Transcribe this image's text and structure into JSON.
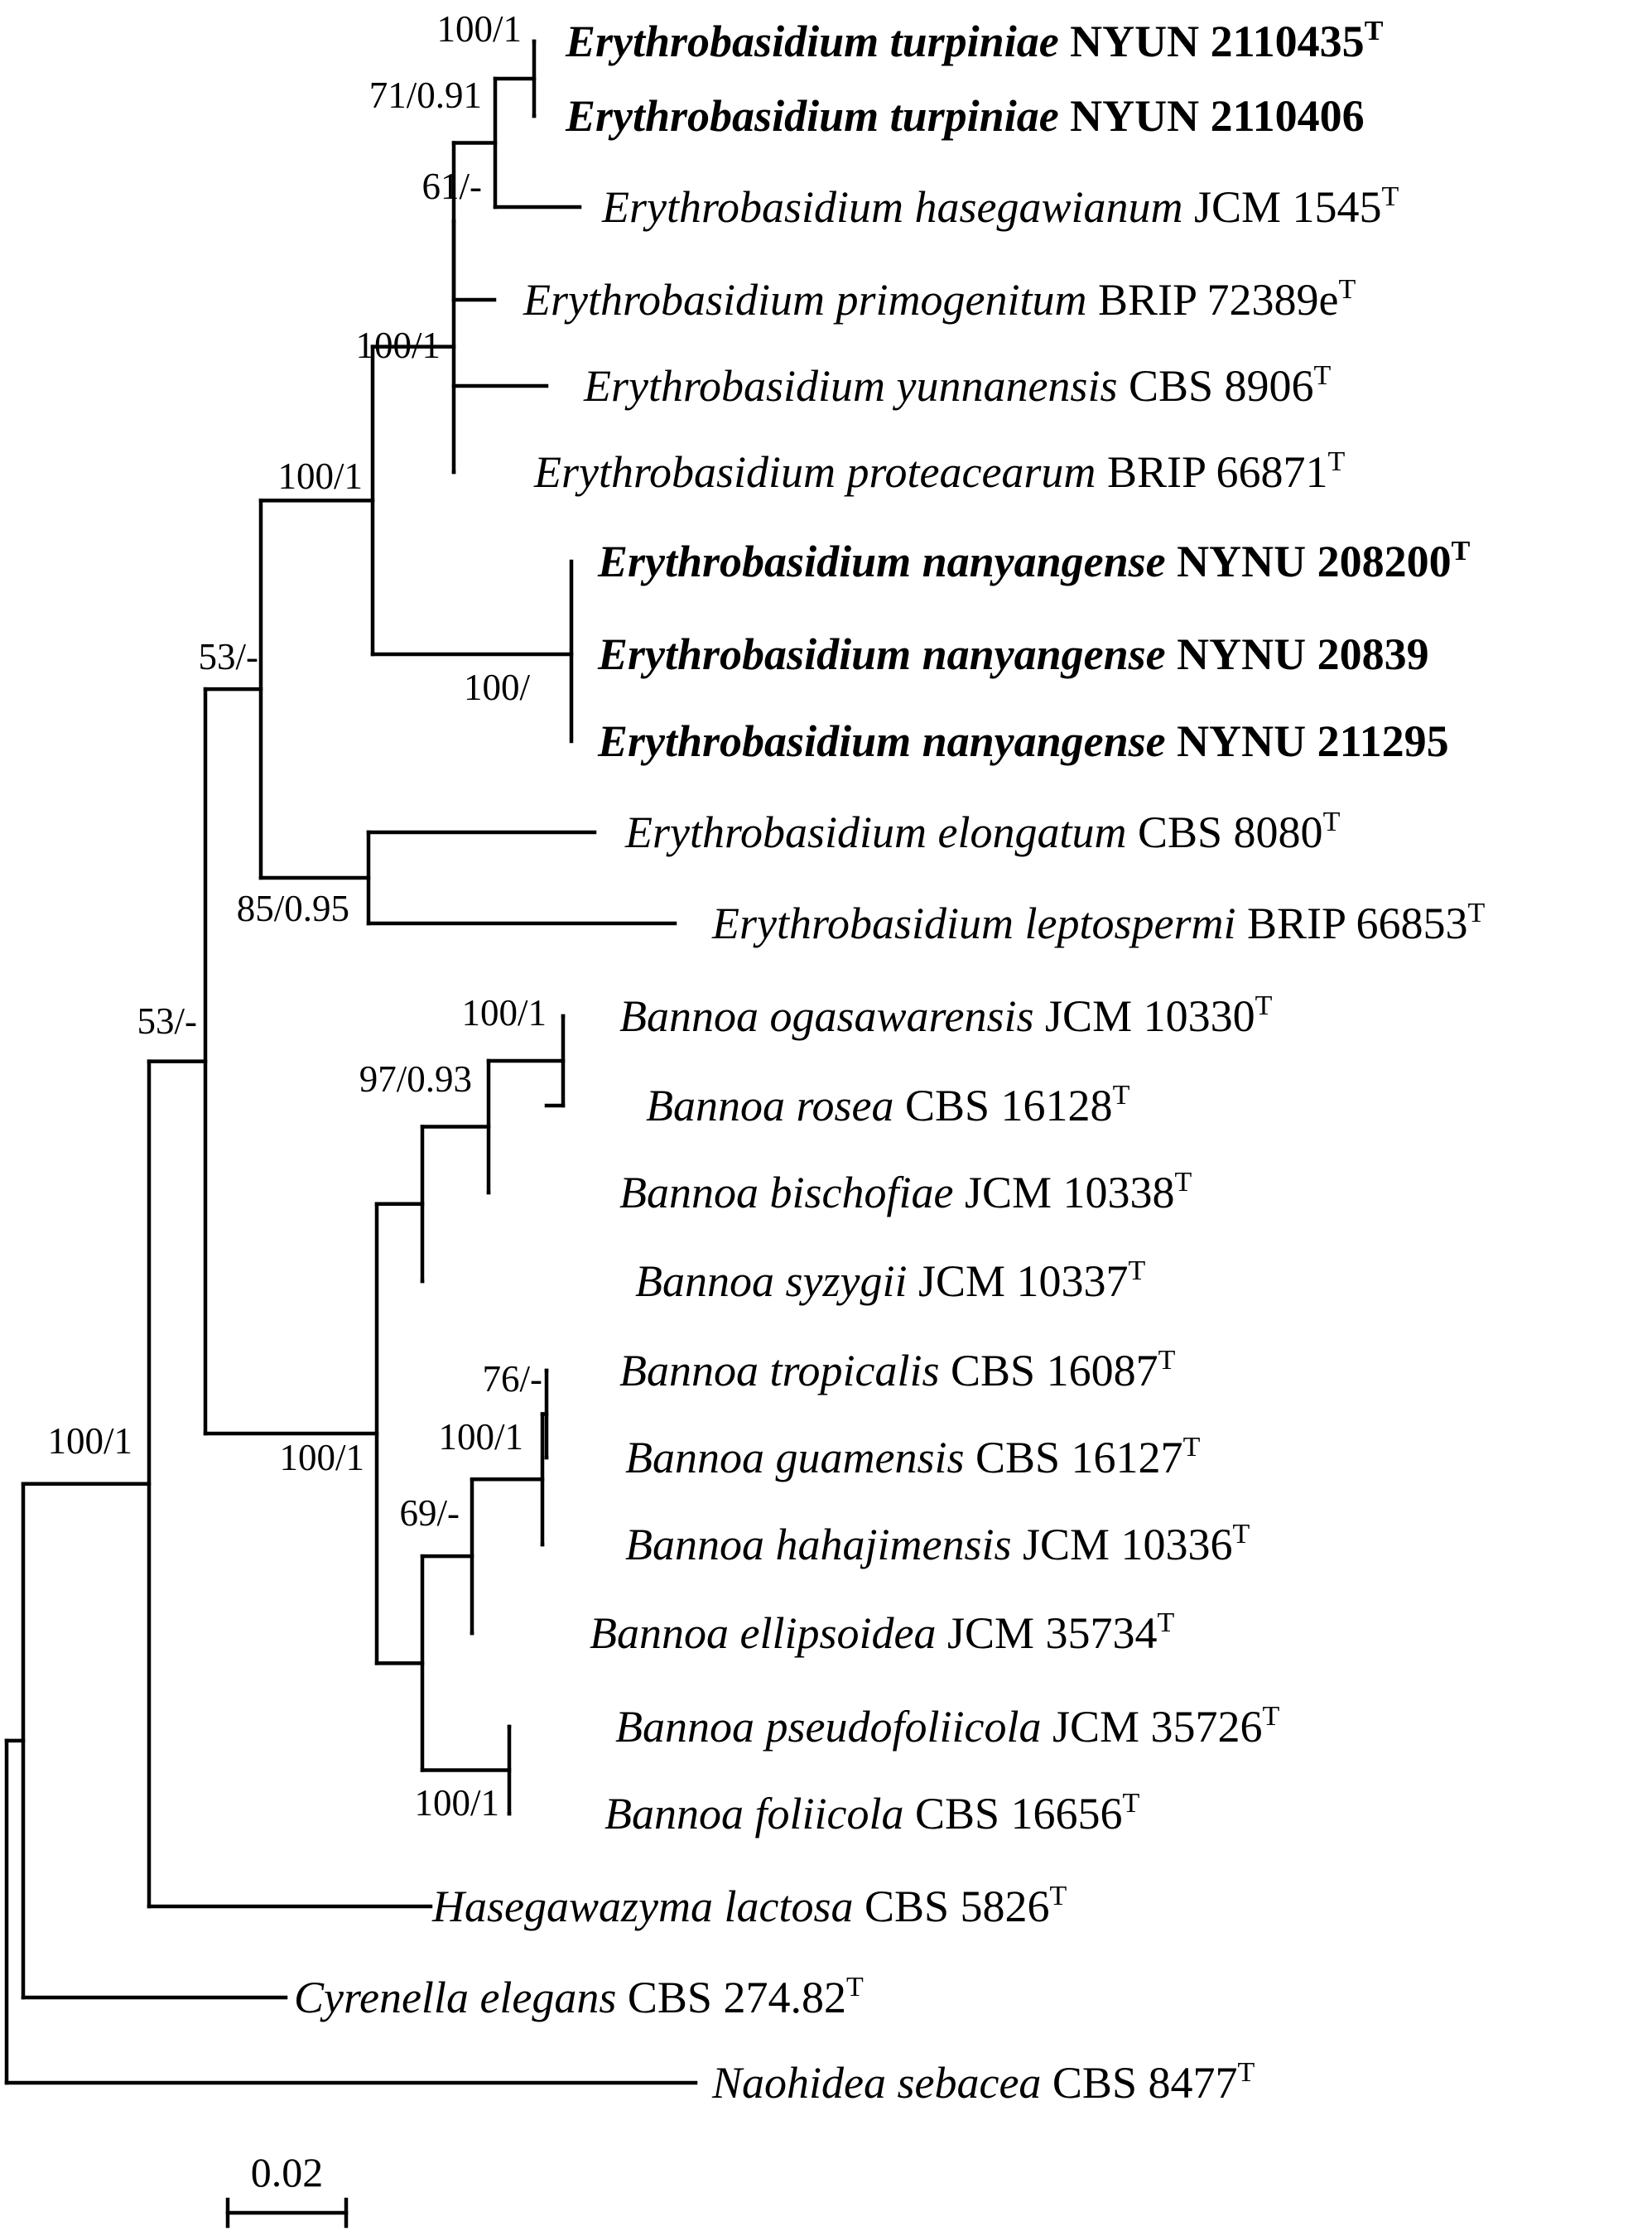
{
  "taxa": [
    {
      "id": "t1",
      "species": "Erythrobasidium turpiniae",
      "strain": "NYUN 2110435",
      "type": true,
      "bold": true
    },
    {
      "id": "t2",
      "species": "Erythrobasidium turpiniae",
      "strain": "NYUN 2110406",
      "type": false,
      "bold": true
    },
    {
      "id": "t3",
      "species": "Erythrobasidium hasegawianum",
      "strain": "JCM 1545",
      "type": true,
      "bold": false
    },
    {
      "id": "t4",
      "species": "Erythrobasidium primogenitum",
      "strain": "BRIP 72389e",
      "type": true,
      "bold": false
    },
    {
      "id": "t5",
      "species": "Erythrobasidium yunnanensis",
      "strain": "CBS 8906",
      "type": true,
      "bold": false
    },
    {
      "id": "t6",
      "species": "Erythrobasidium proteacearum",
      "strain": "BRIP 66871",
      "type": true,
      "bold": false
    },
    {
      "id": "t7",
      "species": "Erythrobasidium nanyangense",
      "strain": "NYNU 208200",
      "type": true,
      "bold": true
    },
    {
      "id": "t8",
      "species": "Erythrobasidium nanyangense",
      "strain": "NYNU 20839",
      "type": false,
      "bold": true
    },
    {
      "id": "t9",
      "species": "Erythrobasidium nanyangense",
      "strain": "NYNU 211295",
      "type": false,
      "bold": true
    },
    {
      "id": "t10",
      "species": "Erythrobasidium elongatum",
      "strain": "CBS 8080",
      "type": true,
      "bold": false
    },
    {
      "id": "t11",
      "species": "Erythrobasidium leptospermi",
      "strain": "BRIP 66853",
      "type": true,
      "bold": false
    },
    {
      "id": "t12",
      "species": "Bannoa ogasawarensis",
      "strain": "JCM 10330",
      "type": true,
      "bold": false
    },
    {
      "id": "t13",
      "species": "Bannoa rosea",
      "strain": "CBS 16128",
      "type": true,
      "bold": false
    },
    {
      "id": "t14",
      "species": "Bannoa bischofiae",
      "strain": "JCM 10338",
      "type": true,
      "bold": false
    },
    {
      "id": "t15",
      "species": "Bannoa syzygii",
      "strain": "JCM 10337",
      "type": true,
      "bold": false
    },
    {
      "id": "t16",
      "species": "Bannoa tropicalis",
      "strain": "CBS 16087",
      "type": true,
      "bold": false
    },
    {
      "id": "t17",
      "species": "Bannoa guamensis",
      "strain": "CBS 16127",
      "type": true,
      "bold": false
    },
    {
      "id": "t18",
      "species": "Bannoa hahajimensis",
      "strain": "JCM 10336",
      "type": true,
      "bold": false
    },
    {
      "id": "t19",
      "species": "Bannoa ellipsoidea",
      "strain": "JCM 35734",
      "type": true,
      "bold": false
    },
    {
      "id": "t20",
      "species": "Bannoa pseudofoliicola",
      "strain": "JCM 35726",
      "type": true,
      "bold": false
    },
    {
      "id": "t21",
      "species": "Bannoa foliicola",
      "strain": "CBS 16656",
      "type": true,
      "bold": false
    },
    {
      "id": "t22",
      "species": "Hasegawazyma lactosa",
      "strain": "CBS 5826",
      "type": true,
      "bold": false
    },
    {
      "id": "t23",
      "species": "Cyrenella elegans",
      "strain": "CBS 274.82",
      "type": true,
      "bold": false
    },
    {
      "id": "t24",
      "species": "Naohidea sebacea",
      "strain": "CBS 8477",
      "type": true,
      "bold": false
    }
  ],
  "type_marker": "T",
  "support_values": {
    "s_turpiniae": "100/1",
    "s_turp_hase": "71/0.91",
    "s_prim": "61/-",
    "s_core": "100/1",
    "s_ery_a": "100/1",
    "s_nanyang": "100/",
    "s_ery": "53/-",
    "s_elong": "85/0.95",
    "s_ery_bannoa": "53/-",
    "s_ogas": "100/1",
    "s_ogas_bisch": "97/0.93",
    "s_bannoa": "100/1",
    "s_trop": "76/-",
    "s_trop_hah": "100/1",
    "s_hah_ell": "69/-",
    "s_fol": "100/1",
    "s_root": "100/1"
  },
  "scale_bar": {
    "label": "0.02",
    "length": 0.02
  }
}
